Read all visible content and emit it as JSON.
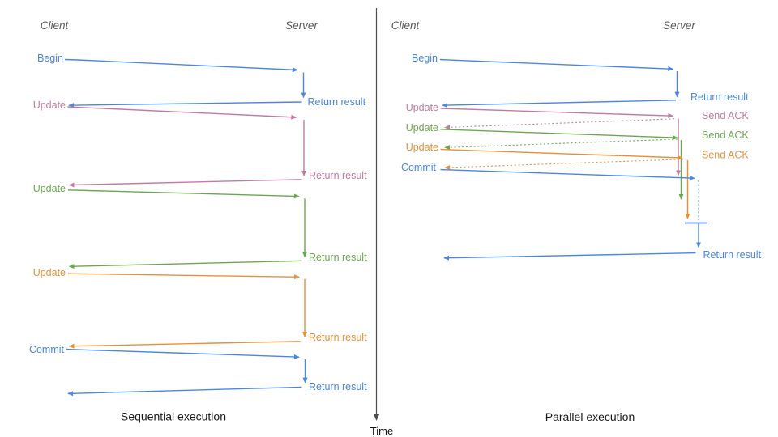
{
  "colors": {
    "blue": "#4a86e8",
    "pink": "#c27ba0",
    "green": "#6aa84f",
    "orange": "#e69138",
    "axis": "#4d4d4d",
    "heading": "#595959",
    "caption": "#1a1a1a"
  },
  "time_axis": {
    "label": "Time"
  },
  "left_panel": {
    "caption": "Sequential execution",
    "client_header": "Client",
    "server_header": "Server",
    "messages": [
      {
        "label": "Begin",
        "color": "blue",
        "response": "Return result"
      },
      {
        "label": "Update",
        "color": "pink",
        "response": "Return result"
      },
      {
        "label": "Update",
        "color": "green",
        "response": "Return result"
      },
      {
        "label": "Update",
        "color": "orange",
        "response": "Return result"
      },
      {
        "label": "Commit",
        "color": "blue",
        "response": "Return result"
      }
    ]
  },
  "right_panel": {
    "caption": "Parallel execution",
    "client_header": "Client",
    "server_header": "Server",
    "messages": [
      {
        "label": "Begin",
        "color": "blue",
        "response": "Return result"
      },
      {
        "label": "Update",
        "color": "pink",
        "response": "Send ACK"
      },
      {
        "label": "Update",
        "color": "green",
        "response": "Send ACK"
      },
      {
        "label": "Update",
        "color": "orange",
        "response": "Send ACK"
      },
      {
        "label": "Commit",
        "color": "blue",
        "response": "Return result"
      }
    ]
  }
}
